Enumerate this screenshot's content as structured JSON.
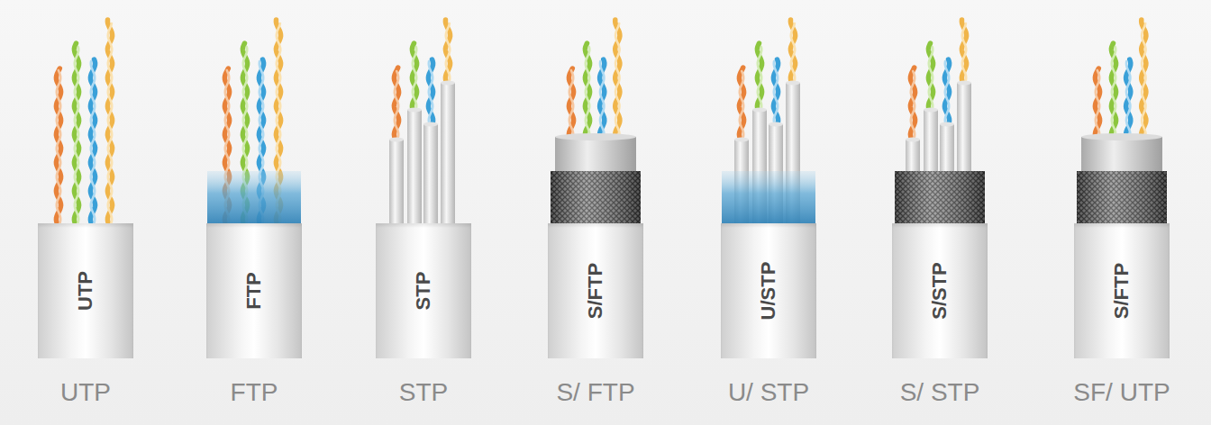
{
  "diagram": {
    "nodes": [
      {
        "text": [
          "UTP",
          "UTP"
        ]
      },
      {
        "text": [
          "FTP",
          "FTP"
        ]
      },
      {
        "text": [
          "STP",
          "STP"
        ]
      },
      {
        "text": [
          "S/FTP",
          "S/ FTP"
        ]
      },
      {
        "text": [
          "U/STP",
          "U/ STP"
        ]
      },
      {
        "text": [
          "S/STP",
          "S/ STP"
        ]
      },
      {
        "text": [
          "S/FTP",
          "SF/ UTP"
        ]
      }
    ]
  }
}
